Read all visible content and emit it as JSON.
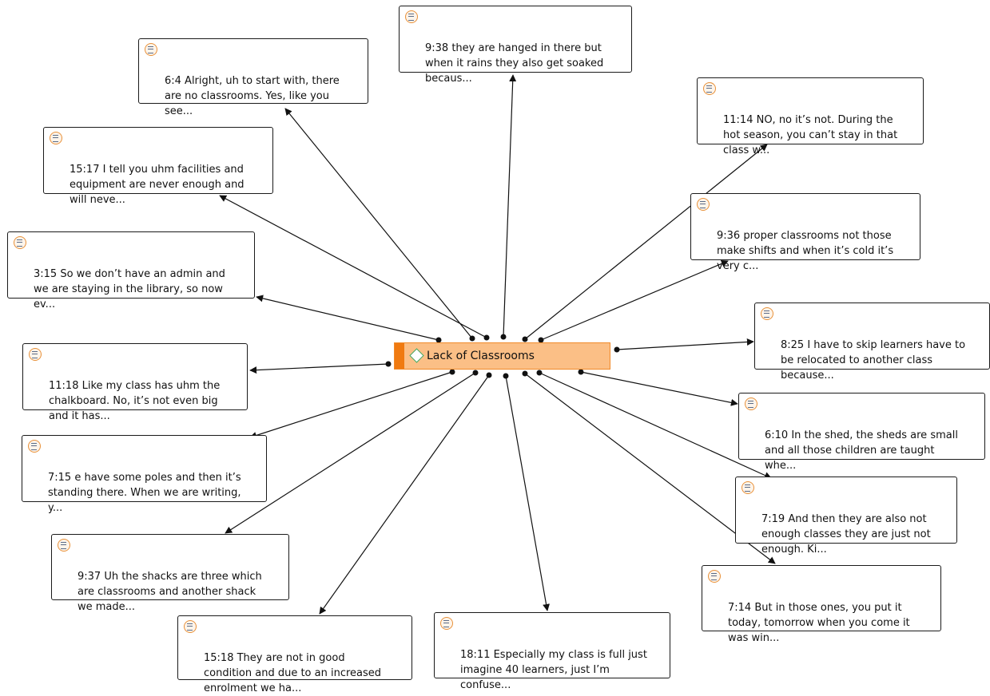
{
  "diagram": {
    "code": {
      "label": "Lack of Classrooms",
      "icon": "code-diamond-icon",
      "colors": {
        "fill": "#fbbf86",
        "border": "#f08a2a",
        "bar": "#f07a10",
        "diamond": "#47a55a"
      }
    },
    "quote_icon": "quotation-icon",
    "quotes": [
      {
        "id": "6-4",
        "text": "6:4 Alright, uh to start with, there\nare no classrooms. Yes, like you\nsee..."
      },
      {
        "id": "9-38",
        "text": "9:38 they are hanged in there but\nwhen it rains they also get soaked\nbecaus..."
      },
      {
        "id": "11-14",
        "text": "11:14 NO, no it’s not. During the\nhot season, you can’t stay in that\nclass w..."
      },
      {
        "id": "15-17",
        "text": "15:17 I tell you uhm facilities and\nequipment are never enough and\nwill neve..."
      },
      {
        "id": "9-36",
        "text": "9:36 proper classrooms not those\nmake shifts and when it’s cold it’s\nvery c..."
      },
      {
        "id": "3-15",
        "text": "3:15 So we don’t have an admin and\nwe are staying in the library, so now\nev..."
      },
      {
        "id": "8-25",
        "text": "8:25 I have to skip learners have to\nbe relocated to another class\nbecause..."
      },
      {
        "id": "11-18",
        "text": "11:18 Like my class has uhm the\nchalkboard. No, it’s not even big\nand it has..."
      },
      {
        "id": "6-10",
        "text": "6:10 In the shed, the sheds are small\nand all those children are taught\nwhe..."
      },
      {
        "id": "7-15",
        "text": "7:15 e have some poles and then it’s\nstanding there. When we are writing,\ny..."
      },
      {
        "id": "7-19",
        "text": "7:19 And then they are also not\nenough classes they are just not\nenough. Ki..."
      },
      {
        "id": "9-37",
        "text": "9:37 Uh the shacks are three which\nare classrooms and another shack\nwe made..."
      },
      {
        "id": "7-14",
        "text": "7:14 But in those ones, you put it\ntoday, tomorrow when you come it\nwas win..."
      },
      {
        "id": "15-18",
        "text": "15:18 They are not in good\ncondition and due to an increased\nenrolment we ha..."
      },
      {
        "id": "18-11",
        "text": "18:11 Especially my class is full just\nimagine 40 learners, just I’m\nconfuse..."
      }
    ]
  }
}
